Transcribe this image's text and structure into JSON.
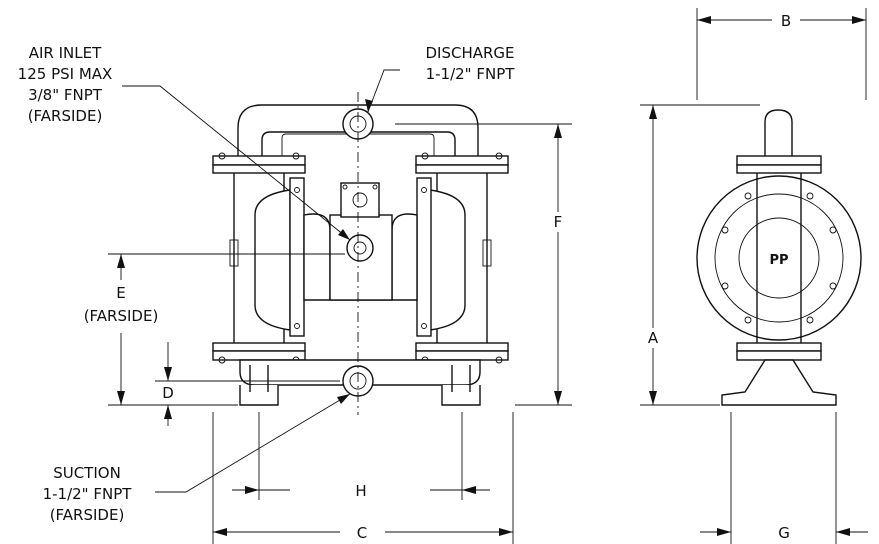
{
  "callouts": {
    "air_inlet": [
      "AIR INLET",
      "125 PSI MAX",
      "3/8\" FNPT",
      "(FARSIDE)"
    ],
    "discharge": [
      "DISCHARGE",
      "1-1/2\" FNPT"
    ],
    "suction": [
      "SUCTION",
      "1-1/2\" FNPT",
      "(FARSIDE)"
    ]
  },
  "dimensions": {
    "A": "A",
    "B": "B",
    "C": "C",
    "D": "D",
    "E": "E",
    "E_note": "(FARSIDE)",
    "F": "F",
    "G": "G",
    "H": "H"
  },
  "logo_text": "PP",
  "colors": {
    "line": "#111111",
    "background": "#ffffff"
  }
}
